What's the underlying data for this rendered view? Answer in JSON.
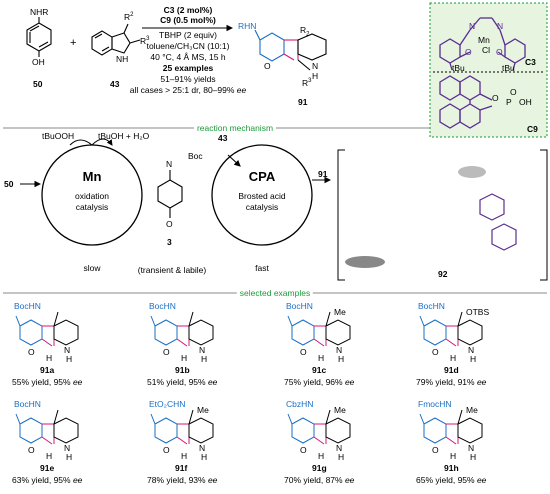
{
  "reaction": {
    "sub1_label": "50",
    "sub1_group": "NHR",
    "sub1_oh": "OH",
    "sub2_label": "43",
    "sub2_r2": "R",
    "sub2_r2_sup": "2",
    "sub2_r3": "R",
    "sub2_r3_sup": "3",
    "sub2_nh": "NH",
    "plus": "+",
    "cond1": "C3 (2 mol%)",
    "cond2": "C9 (0.5 mol%)",
    "cond3": "TBHP (2 equiv)",
    "cond4": "toluene/CH₃CN (10:1)",
    "cond5": "40 °C, 4 Å MS, 15 h",
    "cond6": "25 examples",
    "cond7": "51–91% yields",
    "cond8_pre": "all cases > 25:1 dr, 80–99% ",
    "cond8_ee": "ee",
    "prod_label": "91",
    "prod_rhn": "RHN",
    "prod_r2": "R",
    "prod_r2_sub": "2",
    "prod_r3": "R",
    "prod_r3_sup": "3",
    "prod_n": "N",
    "prod_h": "H",
    "prod_o": "O"
  },
  "catalysts": {
    "c3_label": "C3",
    "c3_mn": "Mn",
    "c3_cl": "Cl",
    "c3_o1": "O",
    "c3_o2": "O",
    "c3_n1": "N",
    "c3_n2": "N",
    "c3_tbu1": "tBu",
    "c3_tbu2": "tBu",
    "c9_label": "C9",
    "c9_o": "O",
    "c9_p": "P",
    "c9_oh": "OH",
    "c9_oo": "O"
  },
  "mechanism": {
    "header": "reaction mechanism",
    "tbuooh": "tBuOOH",
    "tbuoh": "tBuOH + H₂O",
    "sub_in": "50",
    "mn": "Mn",
    "mn_desc1": "oxidation",
    "mn_desc2": "catalysis",
    "slow": "slow",
    "intermediate_label": "3",
    "intermediate_boc": "Boc",
    "intermediate_n": "N",
    "intermediate_o": "O",
    "transient": "(transient & labile)",
    "indole_in": "43",
    "cpa": "CPA",
    "cpa_desc1": "Brosted acid",
    "cpa_desc2": "catalysis",
    "fast": "fast",
    "product_out": "91",
    "ts_label": "92"
  },
  "examples": {
    "header": "selected examples",
    "items": [
      {
        "id": "91a",
        "nh": "BocHN",
        "sub": "",
        "yield": "55% yield, 95% ",
        "ee": "ee"
      },
      {
        "id": "91b",
        "nh": "BocHN",
        "sub": "",
        "yield": "51% yield, 95% ",
        "ee": "ee"
      },
      {
        "id": "91c",
        "nh": "BocHN",
        "sub": "Me",
        "yield": "75% yield, 96% ",
        "ee": "ee"
      },
      {
        "id": "91d",
        "nh": "BocHN",
        "sub": "OTBS",
        "yield": "79% yield, 91% ",
        "ee": "ee"
      },
      {
        "id": "91e",
        "nh": "BocHN",
        "sub": "",
        "yield": "63% yield, 95% ",
        "ee": "ee"
      },
      {
        "id": "91f",
        "nh": "EtO₂CHN",
        "sub": "Me",
        "yield": "78% yield, 93% ",
        "ee": "ee"
      },
      {
        "id": "91g",
        "nh": "CbzHN",
        "sub": "Me",
        "yield": "70% yield, 87% ",
        "ee": "ee"
      },
      {
        "id": "91h",
        "nh": "FmocHN",
        "sub": "Me",
        "yield": "65% yield, 95% ",
        "ee": "ee"
      }
    ]
  },
  "colors": {
    "accent_blue": "#1a6fc4",
    "accent_green": "#1a9a3a",
    "purple": "#5a2d91",
    "pink": "#d0187a",
    "box_green": "#e6f4e0"
  }
}
